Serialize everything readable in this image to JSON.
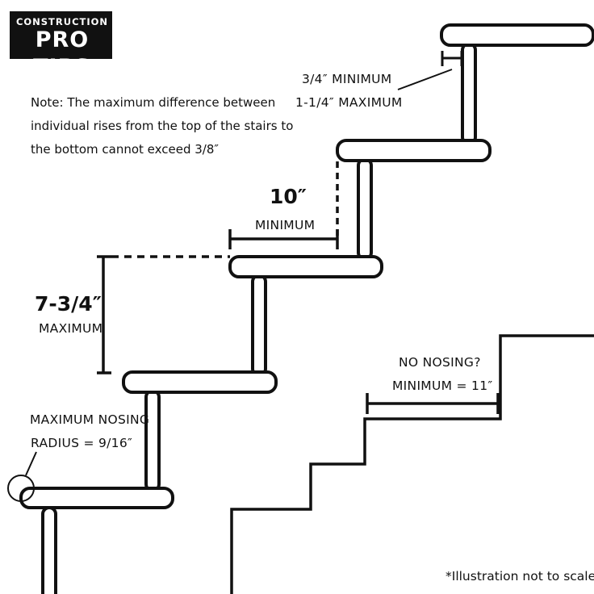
{
  "logo": {
    "line1": "CONSTRUCTION",
    "line2": "PRO TIPS"
  },
  "note": {
    "lines": [
      "Note: The maximum difference between",
      "individual rises from the top of the stairs to",
      "the bottom cannot exceed 3/8″"
    ]
  },
  "labels": {
    "nosing_min": "3/4″ MINIMUM",
    "nosing_max": "1-1/4″  MAXIMUM",
    "tread_value": "10″",
    "tread_text": "MINIMUM",
    "riser_value": "7-3/4″",
    "riser_text": "MAXIMUM",
    "radius_line1": "MAXIMUM NOSING",
    "radius_line2": "RADIUS = 9/16″",
    "no_nosing_line1": "NO NOSING?",
    "no_nosing_line2": "MINIMUM = 11″"
  },
  "footer": "*Illustration not to scale"
}
